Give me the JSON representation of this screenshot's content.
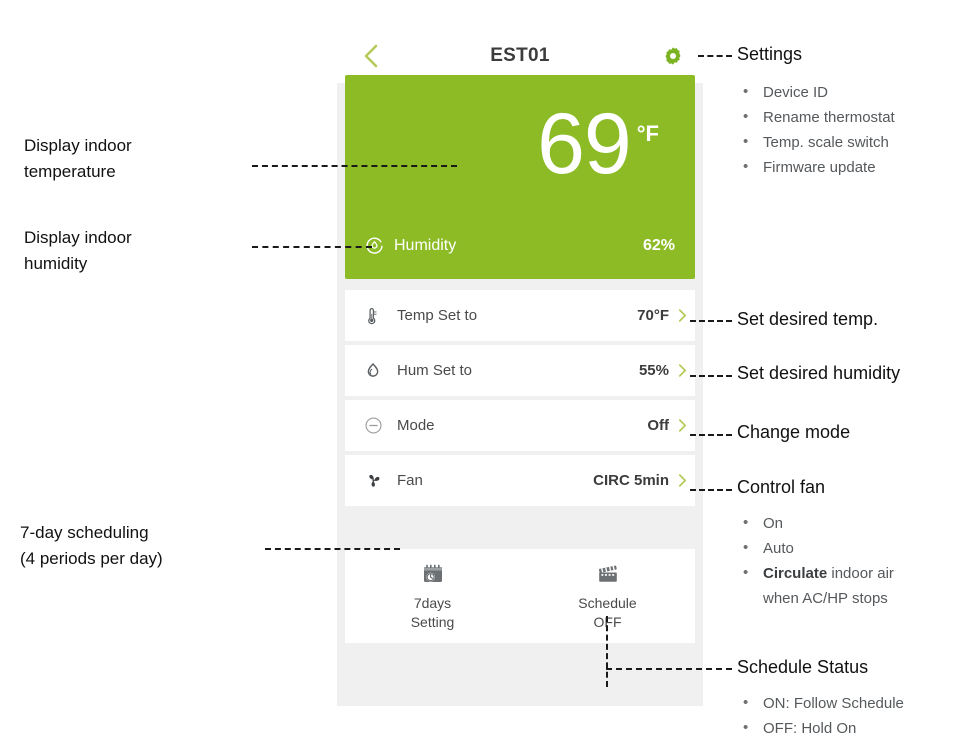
{
  "phone": {
    "header": {
      "back_icon": "chevron-left-icon",
      "title": "EST01",
      "settings_icon": "gear-icon"
    },
    "status_panel": {
      "temperature": "69",
      "temperature_unit": "°F",
      "humidity_icon": "humidity-icon",
      "humidity_label": "Humidity",
      "humidity_value": "62%",
      "background_color": "#8cbb26"
    },
    "rows": [
      {
        "icon": "thermometer-icon",
        "label": "Temp Set to",
        "value": "70°F",
        "chevron": "chevron-right-icon"
      },
      {
        "icon": "water-drop-icon",
        "label": "Hum Set to",
        "value": "55%",
        "chevron": "chevron-right-icon"
      },
      {
        "icon": "circle-minus-icon",
        "label": "Mode",
        "value": "Off",
        "chevron": "chevron-right-icon"
      },
      {
        "icon": "fan-icon",
        "label": "Fan",
        "value": "CIRC 5min",
        "chevron": "chevron-right-icon"
      }
    ],
    "tiles": [
      {
        "icon": "calendar-clock-icon",
        "line1": "7days",
        "line2": "Setting"
      },
      {
        "icon": "clapperboard-icon",
        "line1": "Schedule",
        "line2": "OFF"
      }
    ]
  },
  "annotations": {
    "left": [
      {
        "lines": [
          "Display indoor",
          "temperature"
        ]
      },
      {
        "lines": [
          "Display indoor",
          "humidity"
        ]
      },
      {
        "lines": [
          "7-day scheduling",
          "(4 periods per day)"
        ]
      }
    ],
    "settings": {
      "title": "Settings",
      "bullets": [
        "Device ID",
        "Rename thermostat",
        "Temp. scale switch",
        "Firmware update"
      ]
    },
    "set_temp": {
      "title": "Set desired temp."
    },
    "set_humidity": {
      "title": "Set desired humidity"
    },
    "change_mode": {
      "title": "Change mode"
    },
    "control_fan": {
      "title": "Control fan",
      "bullets": [
        "On",
        "Auto"
      ],
      "bullet_rich": {
        "bold": "Circulate",
        "rest": " indoor air",
        "line2": "when AC/HP stops"
      }
    },
    "schedule_status": {
      "title": "Schedule Status",
      "bullets": [
        "ON: Follow Schedule",
        "OFF: Hold On"
      ]
    }
  },
  "colors": {
    "accent_green": "#8cbb26",
    "chevron_green": "#b4cc5a",
    "frame_bg": "#f0f0f0"
  }
}
